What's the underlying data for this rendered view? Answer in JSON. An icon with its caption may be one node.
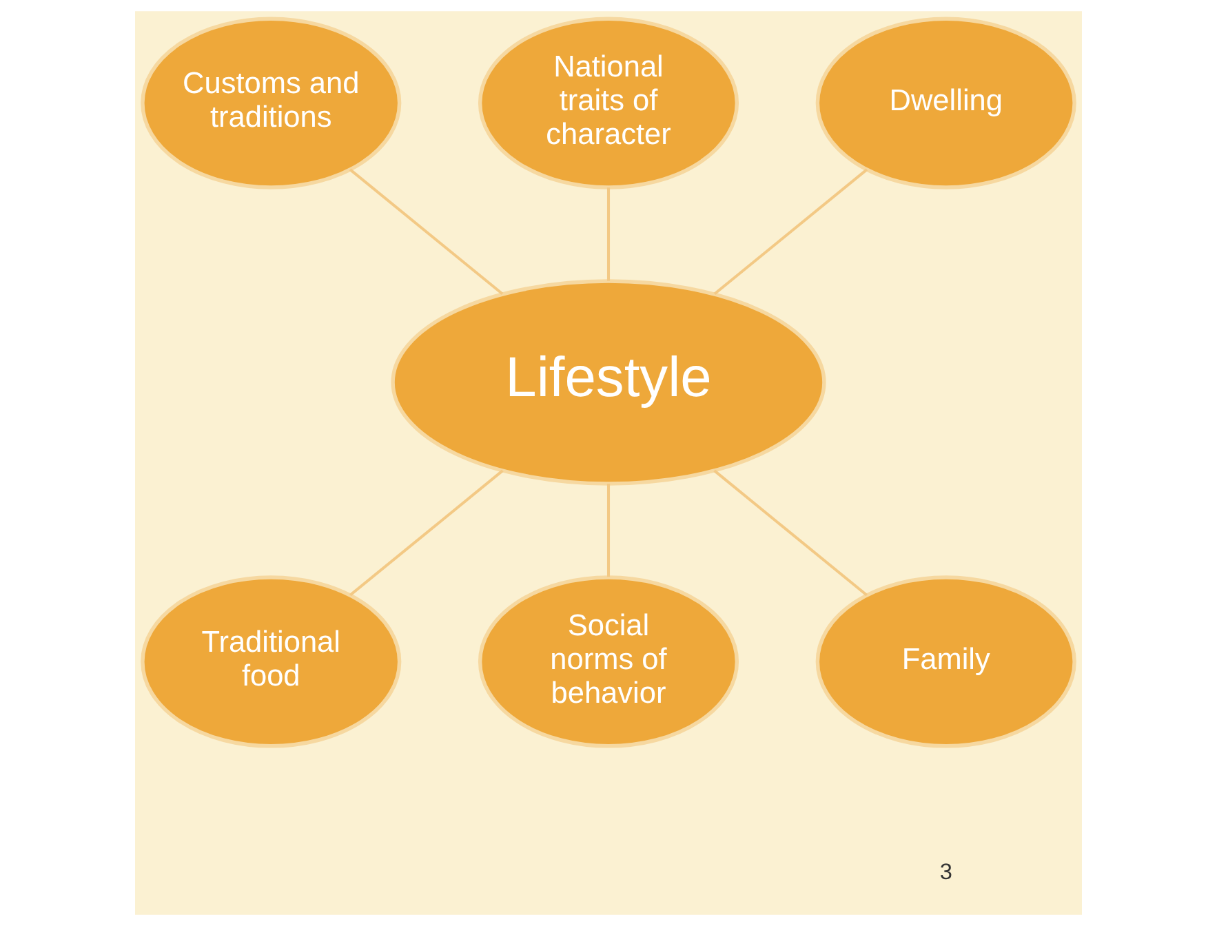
{
  "diagram": {
    "nodes": [
      {
        "text": [
          "Customs and traditions"
        ]
      },
      {
        "text": [
          "National traits of character"
        ]
      },
      {
        "text": [
          "Dwelling"
        ]
      },
      {
        "text": [
          "Lifestyle"
        ]
      },
      {
        "text": [
          "Traditional food"
        ]
      },
      {
        "text": [
          "Social norms of behavior"
        ]
      },
      {
        "text": [
          "Family"
        ]
      }
    ],
    "edges": [
      {
        "from": 0,
        "to": 3,
        "arrow": "none"
      },
      {
        "from": 1,
        "to": 3,
        "arrow": "none"
      },
      {
        "from": 2,
        "to": 3,
        "arrow": "none"
      },
      {
        "from": 3,
        "to": 4,
        "arrow": "none"
      },
      {
        "from": 3,
        "to": 5,
        "arrow": "none"
      },
      {
        "from": 3,
        "to": 6,
        "arrow": "none"
      }
    ],
    "labels": [
      "3"
    ]
  }
}
